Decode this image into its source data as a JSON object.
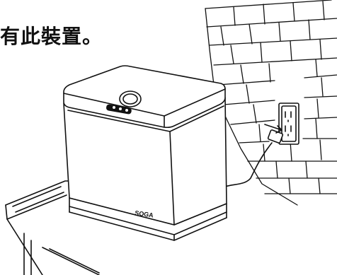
{
  "caption": {
    "text": "有此裝置。"
  },
  "device": {
    "brand": "SOGA"
  },
  "colors": {
    "line": "#111111",
    "background": "#ffffff"
  },
  "icons": [
    "power-button-icon",
    "indicator-lights",
    "wall-outlet",
    "power-plug",
    "power-cord"
  ]
}
